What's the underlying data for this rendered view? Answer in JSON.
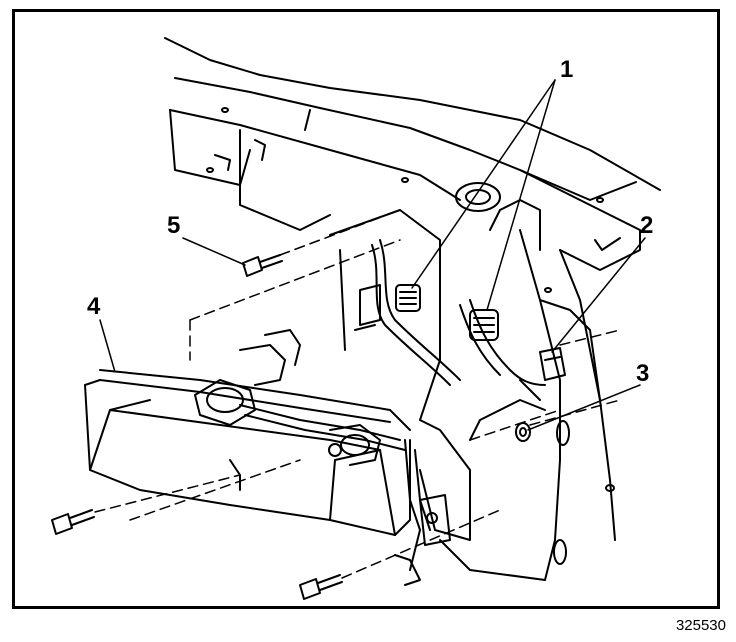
{
  "callouts": {
    "c1": "1",
    "c2": "2",
    "c3": "3",
    "c4": "4",
    "c5": "5"
  },
  "figure_id": "325530",
  "colors": {
    "ink": "#000000",
    "paper": "#ffffff",
    "shade": "#d9d9d9"
  }
}
